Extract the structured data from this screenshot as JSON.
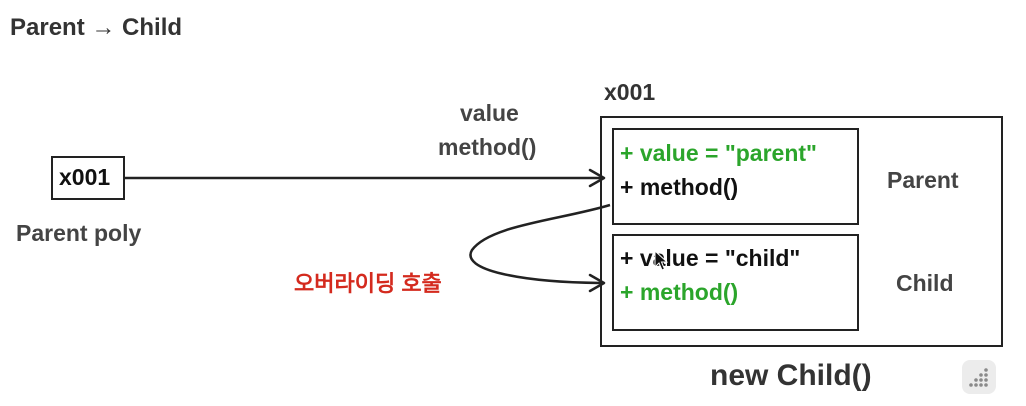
{
  "title": "Parent → Child",
  "reference": {
    "box_value": "x001",
    "variable_label": "Parent poly"
  },
  "call_arrow": {
    "line1": "value",
    "line2": "method()"
  },
  "override_label": "오버라이딩 호출",
  "instance": {
    "address": "x001",
    "parent": {
      "class_label": "Parent",
      "field": "+ value = \"parent\"",
      "method": "+ method()"
    },
    "child": {
      "class_label": "Child",
      "field": "+ value = \"child\"",
      "method": "+ method()"
    },
    "constructor": "new Child()"
  },
  "colors": {
    "green": "#2ba52b",
    "red": "#d42a1e",
    "line": "#222222"
  }
}
